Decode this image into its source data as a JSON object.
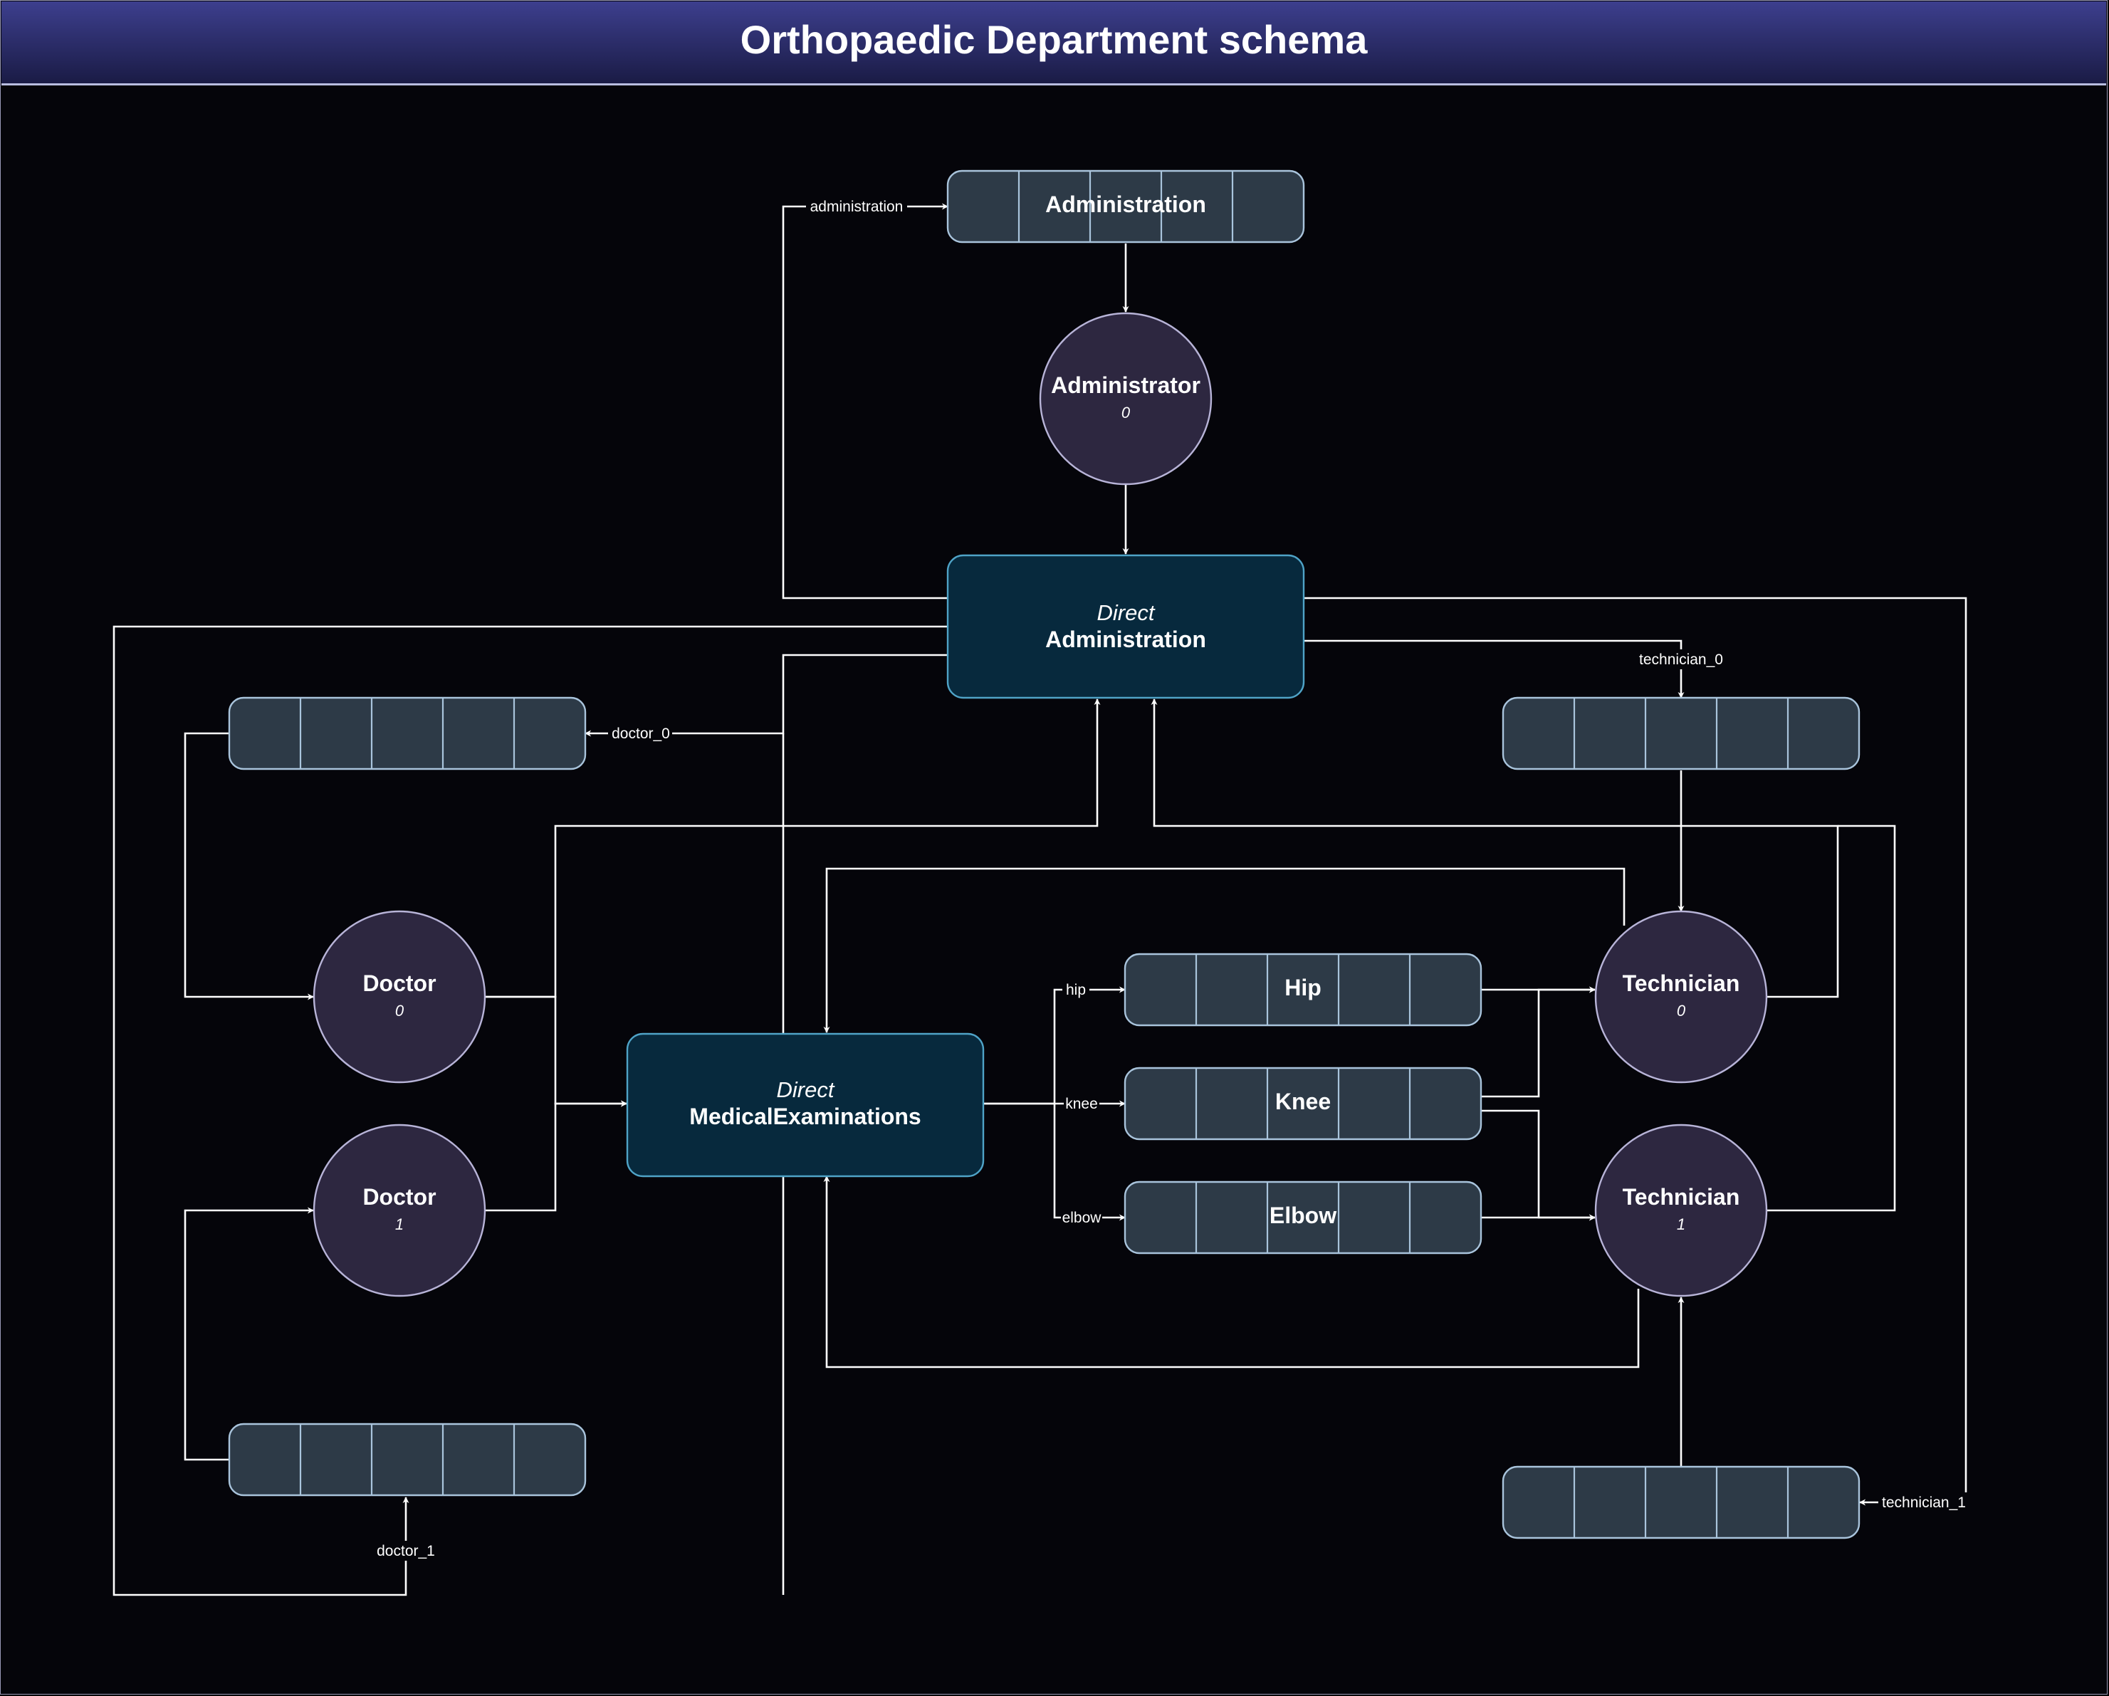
{
  "title": "Orthopaedic Department schema",
  "colors": {
    "background": "#05050a",
    "title_gradient_top": "#3d3f8e",
    "title_gradient_bottom": "#1a1b45",
    "queue_fill": "#2d3a47",
    "circle_fill": "#2d2740",
    "direct_fill": "#07293d",
    "edge": "#ffffff"
  },
  "queues": {
    "administration": {
      "label": "Administration"
    },
    "hip": {
      "label": "Hip"
    },
    "knee": {
      "label": "Knee"
    },
    "elbow": {
      "label": "Elbow"
    }
  },
  "nodes": {
    "administrator_0": {
      "name": "Administrator",
      "index": "0"
    },
    "doctor_0": {
      "name": "Doctor",
      "index": "0"
    },
    "doctor_1": {
      "name": "Doctor",
      "index": "1"
    },
    "technician_0": {
      "name": "Technician",
      "index": "0"
    },
    "technician_1": {
      "name": "Technician",
      "index": "1"
    }
  },
  "routers": {
    "administration": {
      "kind": "Direct",
      "name": "Administration"
    },
    "medical": {
      "kind": "Direct",
      "name": "MedicalExaminations"
    }
  },
  "edge_labels": {
    "administration": "administration",
    "doctor_0": "doctor_0",
    "doctor_1": "doctor_1",
    "technician_0": "technician_0",
    "technician_1": "technician_1",
    "hip": "hip",
    "knee": "knee",
    "elbow": "elbow"
  }
}
